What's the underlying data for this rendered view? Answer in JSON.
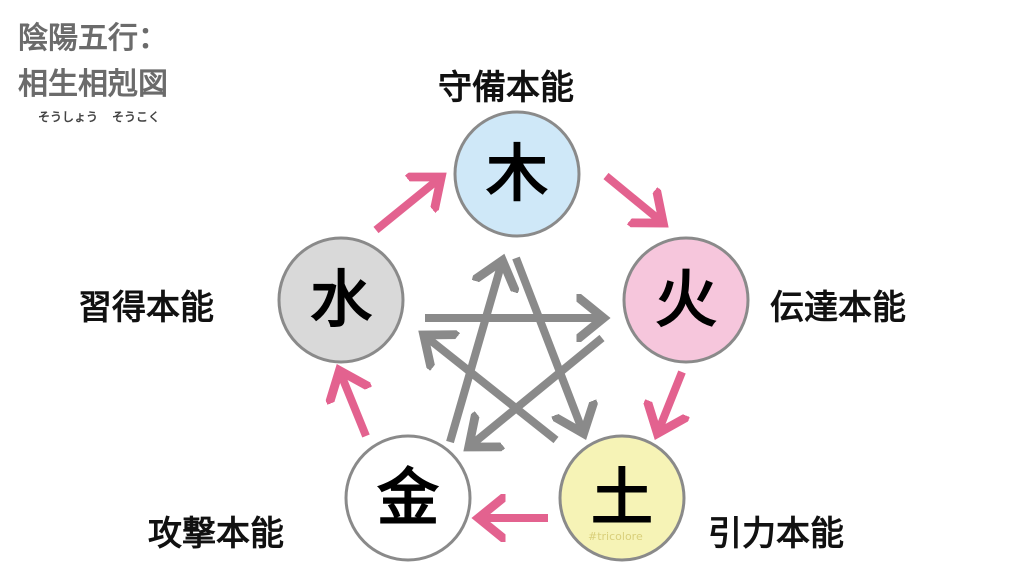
{
  "title": {
    "line1": "陰陽五行：",
    "line2": "相生相剋図"
  },
  "furigana": {
    "sousho": "そうしょう",
    "sokoku": "そうこく"
  },
  "elements": {
    "wood": {
      "char": "木",
      "label": "守備本能",
      "color": "#cfe8f8"
    },
    "fire": {
      "char": "火",
      "label": "伝達本能",
      "color": "#f6c6dc"
    },
    "earth": {
      "char": "土",
      "label": "引力本能",
      "color": "#f6f3b6"
    },
    "metal": {
      "char": "金",
      "label": "攻撃本能",
      "color": "#ffffff"
    },
    "water": {
      "char": "水",
      "label": "習得本能",
      "color": "#d9d9d9"
    }
  },
  "colors": {
    "generating_arrow": "#e3628f",
    "controlling_arrow": "#8a8a8a",
    "circle_border": "#8a8a8a"
  },
  "watermark": "#tricolore"
}
